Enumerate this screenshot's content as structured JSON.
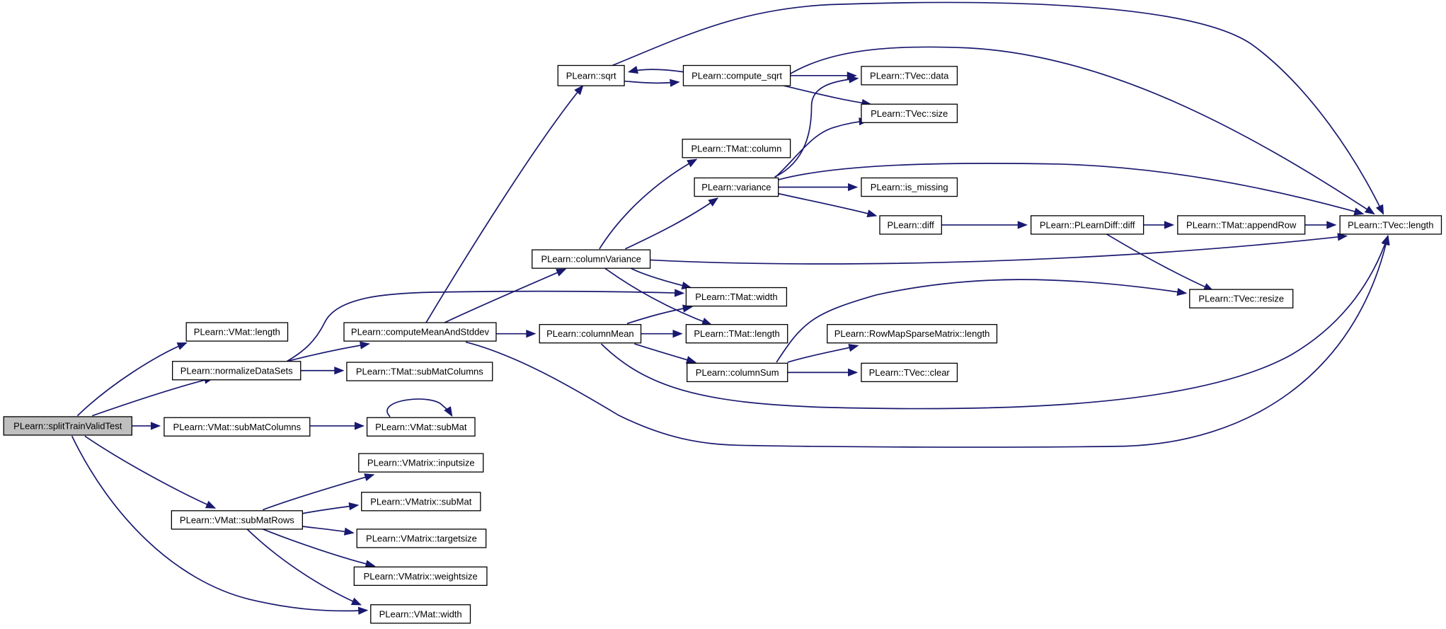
{
  "nodes": [
    {
      "id": "splitTrainValidTest",
      "label": "PLearn::splitTrainValidTest",
      "root": true
    },
    {
      "id": "vmat_length",
      "label": "PLearn::VMat::length"
    },
    {
      "id": "normalizeDataSets",
      "label": "PLearn::normalizeDataSets"
    },
    {
      "id": "vmat_subMatColumns",
      "label": "PLearn::VMat::subMatColumns"
    },
    {
      "id": "vmat_subMatRows",
      "label": "PLearn::VMat::subMatRows"
    },
    {
      "id": "vmat_width",
      "label": "PLearn::VMat::width"
    },
    {
      "id": "computeMeanAndStddev",
      "label": "PLearn::computeMeanAndStddev"
    },
    {
      "id": "tmat_subMatColumns",
      "label": "PLearn::TMat::subMatColumns"
    },
    {
      "id": "vmat_subMat",
      "label": "PLearn::VMat::subMat"
    },
    {
      "id": "vmatrix_inputsize",
      "label": "PLearn::VMatrix::inputsize"
    },
    {
      "id": "vmatrix_subMat",
      "label": "PLearn::VMatrix::subMat"
    },
    {
      "id": "vmatrix_targetsize",
      "label": "PLearn::VMatrix::targetsize"
    },
    {
      "id": "vmatrix_weightsize",
      "label": "PLearn::VMatrix::weightsize"
    },
    {
      "id": "sqrt",
      "label": "PLearn::sqrt"
    },
    {
      "id": "columnVariance",
      "label": "PLearn::columnVariance"
    },
    {
      "id": "columnMean",
      "label": "PLearn::columnMean"
    },
    {
      "id": "compute_sqrt",
      "label": "PLearn::compute_sqrt"
    },
    {
      "id": "tmat_column",
      "label": "PLearn::TMat::column"
    },
    {
      "id": "variance",
      "label": "PLearn::variance"
    },
    {
      "id": "tmat_width",
      "label": "PLearn::TMat::width"
    },
    {
      "id": "tmat_length",
      "label": "PLearn::TMat::length"
    },
    {
      "id": "columnSum",
      "label": "PLearn::columnSum"
    },
    {
      "id": "tvec_data",
      "label": "PLearn::TVec::data"
    },
    {
      "id": "tvec_size",
      "label": "PLearn::TVec::size"
    },
    {
      "id": "is_missing",
      "label": "PLearn::is_missing"
    },
    {
      "id": "diff",
      "label": "PLearn::diff"
    },
    {
      "id": "rowmap_length",
      "label": "PLearn::RowMapSparseMatrix::length"
    },
    {
      "id": "tvec_clear",
      "label": "PLearn::TVec::clear"
    },
    {
      "id": "plearndiff_diff",
      "label": "PLearn::PLearnDiff::diff"
    },
    {
      "id": "tvec_resize",
      "label": "PLearn::TVec::resize"
    },
    {
      "id": "tmat_appendRow",
      "label": "PLearn::TMat::appendRow"
    },
    {
      "id": "tvec_length",
      "label": "PLearn::TVec::length"
    }
  ],
  "edges": [
    [
      "splitTrainValidTest",
      "vmat_length"
    ],
    [
      "splitTrainValidTest",
      "normalizeDataSets"
    ],
    [
      "splitTrainValidTest",
      "vmat_subMatColumns"
    ],
    [
      "splitTrainValidTest",
      "vmat_subMatRows"
    ],
    [
      "splitTrainValidTest",
      "vmat_width"
    ],
    [
      "normalizeDataSets",
      "computeMeanAndStddev"
    ],
    [
      "normalizeDataSets",
      "tmat_subMatColumns"
    ],
    [
      "normalizeDataSets",
      "tmat_width"
    ],
    [
      "vmat_subMatColumns",
      "vmat_subMat"
    ],
    [
      "vmat_subMat",
      "vmat_subMat"
    ],
    [
      "vmat_subMatRows",
      "vmatrix_inputsize"
    ],
    [
      "vmat_subMatRows",
      "vmatrix_subMat"
    ],
    [
      "vmat_subMatRows",
      "vmatrix_targetsize"
    ],
    [
      "vmat_subMatRows",
      "vmatrix_weightsize"
    ],
    [
      "vmat_subMatRows",
      "vmat_width"
    ],
    [
      "computeMeanAndStddev",
      "sqrt"
    ],
    [
      "computeMeanAndStddev",
      "columnVariance"
    ],
    [
      "computeMeanAndStddev",
      "columnMean"
    ],
    [
      "computeMeanAndStddev",
      "tvec_length"
    ],
    [
      "sqrt",
      "compute_sqrt"
    ],
    [
      "sqrt",
      "tvec_length"
    ],
    [
      "compute_sqrt",
      "sqrt"
    ],
    [
      "compute_sqrt",
      "tvec_data"
    ],
    [
      "compute_sqrt",
      "tvec_size"
    ],
    [
      "compute_sqrt",
      "tvec_length"
    ],
    [
      "columnVariance",
      "tmat_column"
    ],
    [
      "columnVariance",
      "variance"
    ],
    [
      "columnVariance",
      "tmat_width"
    ],
    [
      "columnVariance",
      "tmat_length"
    ],
    [
      "columnVariance",
      "tvec_length"
    ],
    [
      "variance",
      "tvec_data"
    ],
    [
      "variance",
      "tvec_size"
    ],
    [
      "variance",
      "is_missing"
    ],
    [
      "variance",
      "diff"
    ],
    [
      "variance",
      "tvec_length"
    ],
    [
      "diff",
      "plearndiff_diff"
    ],
    [
      "plearndiff_diff",
      "tmat_appendRow"
    ],
    [
      "plearndiff_diff",
      "tvec_resize"
    ],
    [
      "tmat_appendRow",
      "tvec_length"
    ],
    [
      "columnMean",
      "tmat_width"
    ],
    [
      "columnMean",
      "tmat_length"
    ],
    [
      "columnMean",
      "columnSum"
    ],
    [
      "columnMean",
      "tvec_length"
    ],
    [
      "columnSum",
      "rowmap_length"
    ],
    [
      "columnSum",
      "tvec_clear"
    ],
    [
      "columnSum",
      "tvec_resize"
    ]
  ]
}
